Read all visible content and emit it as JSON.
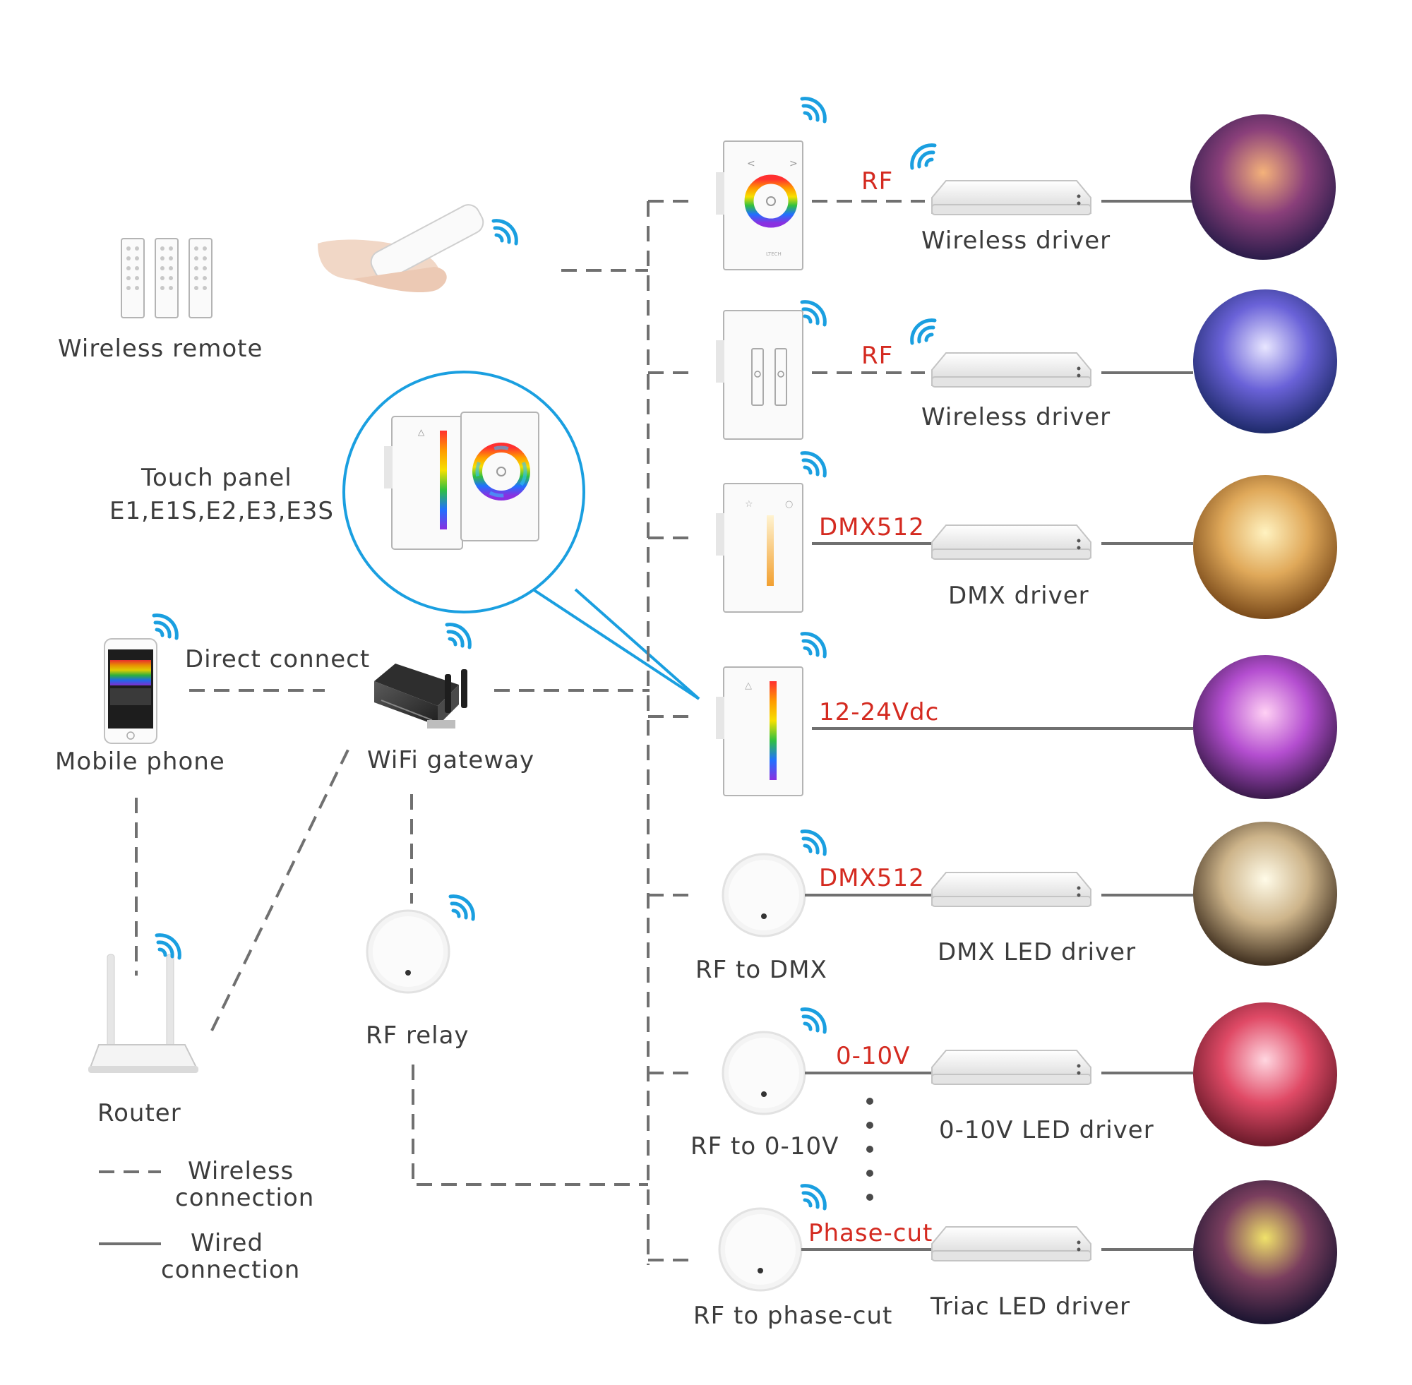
{
  "labels": {
    "wireless_remote": "Wireless remote",
    "touch_panel_title": "Touch panel",
    "touch_panel_models": "E1,E1S,E2,E3,E3S",
    "direct_connect": "Direct connect",
    "mobile_phone": "Mobile phone",
    "wifi_gateway": "WiFi gateway",
    "router": "Router",
    "rf_relay": "RF relay",
    "legend_wireless_1": "Wireless",
    "legend_wireless_2": "connection",
    "legend_wired_1": "Wired",
    "legend_wired_2": "connection"
  },
  "rows": [
    {
      "signal": "RF",
      "driver": "Wireless driver"
    },
    {
      "signal": "RF",
      "driver": "Wireless driver"
    },
    {
      "signal": "DMX512",
      "driver": "DMX driver"
    },
    {
      "signal": "12-24Vdc",
      "driver": ""
    },
    {
      "signal": "DMX512",
      "driver": "DMX LED driver",
      "receiver": "RF to DMX"
    },
    {
      "signal": "0-10V",
      "driver": "0-10V LED driver",
      "receiver": "RF to 0-10V"
    },
    {
      "signal": "Phase-cut",
      "driver": "Triac LED driver",
      "receiver": "RF to phase-cut"
    }
  ],
  "panel_marks": {
    "brand": "LTECH"
  },
  "colors": {
    "signal_text": "#d42a20",
    "wireless_icon": "#1a9fe0",
    "callout_ring": "#1a9fe0",
    "line": "#707070",
    "label_text": "#3c3c3c"
  },
  "icons": [
    "wifi-signal-icon",
    "remote-control-icon",
    "touch-panel-icon",
    "led-driver-icon",
    "router-icon",
    "smartphone-icon",
    "gateway-icon",
    "relay-icon"
  ]
}
